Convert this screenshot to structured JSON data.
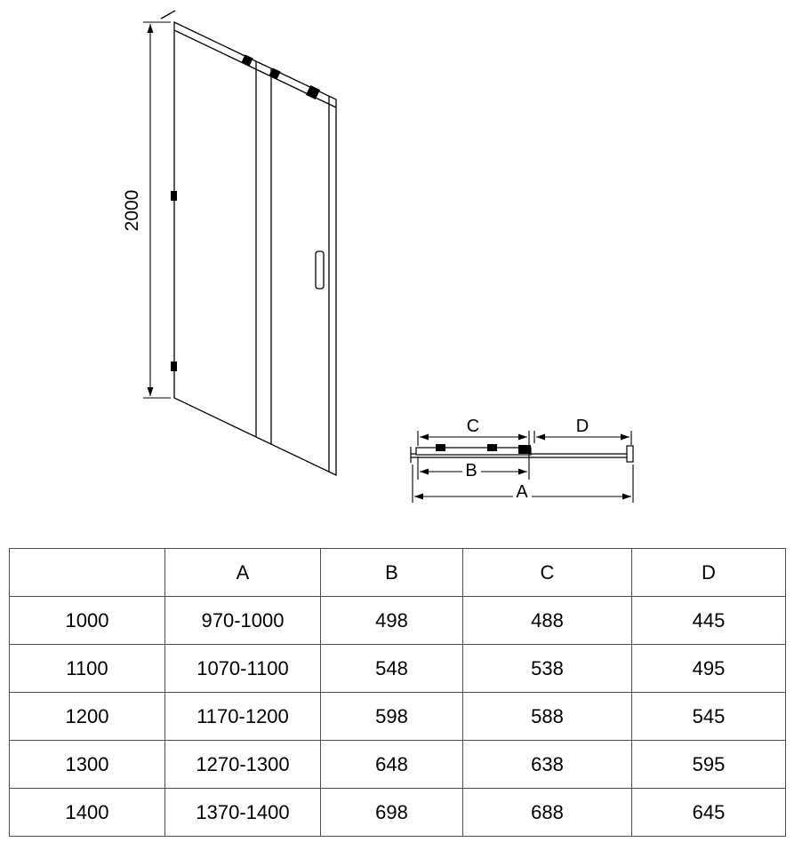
{
  "drawing": {
    "front_view": {
      "height_dimension": "2000"
    },
    "plan_view": {
      "dim_c_label": "C",
      "dim_d_label": "D",
      "dim_b_label": "B",
      "dim_a_label": "A"
    }
  },
  "table": {
    "headers": [
      "",
      "A",
      "B",
      "C",
      "D"
    ],
    "rows": [
      [
        "1000",
        "970-1000",
        "498",
        "488",
        "445"
      ],
      [
        "1100",
        "1070-1100",
        "548",
        "538",
        "495"
      ],
      [
        "1200",
        "1170-1200",
        "598",
        "588",
        "545"
      ],
      [
        "1300",
        "1270-1300",
        "648",
        "638",
        "595"
      ],
      [
        "1400",
        "1370-1400",
        "698",
        "688",
        "645"
      ]
    ]
  },
  "colors": {
    "line": "#000000",
    "table_border": "#4d4d4d",
    "background": "#ffffff"
  }
}
